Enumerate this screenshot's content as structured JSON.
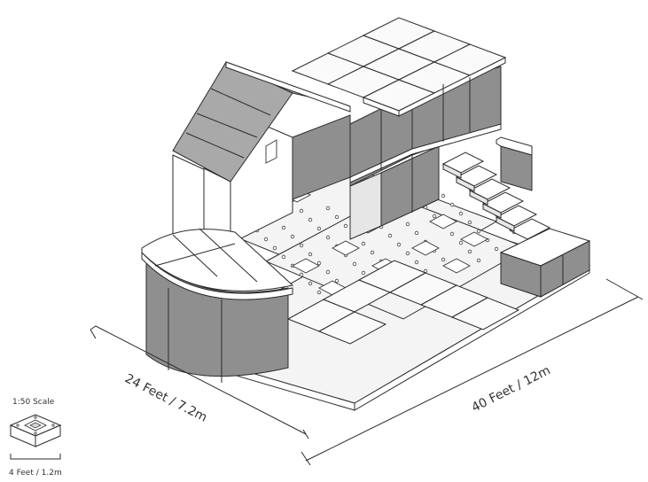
{
  "dimensions": {
    "depth_label": "24 Feet / 7.2m",
    "length_label": "40 Feet / 12m"
  },
  "scale_legend": {
    "scale_label": "1:50 Scale",
    "module_label": "4 Feet / 1.2m"
  },
  "colors": {
    "wall_dark": "#8f8f8f",
    "roof": "#a9a9a9",
    "floor": "#f4f4f4",
    "line": "#2b2b2b"
  }
}
